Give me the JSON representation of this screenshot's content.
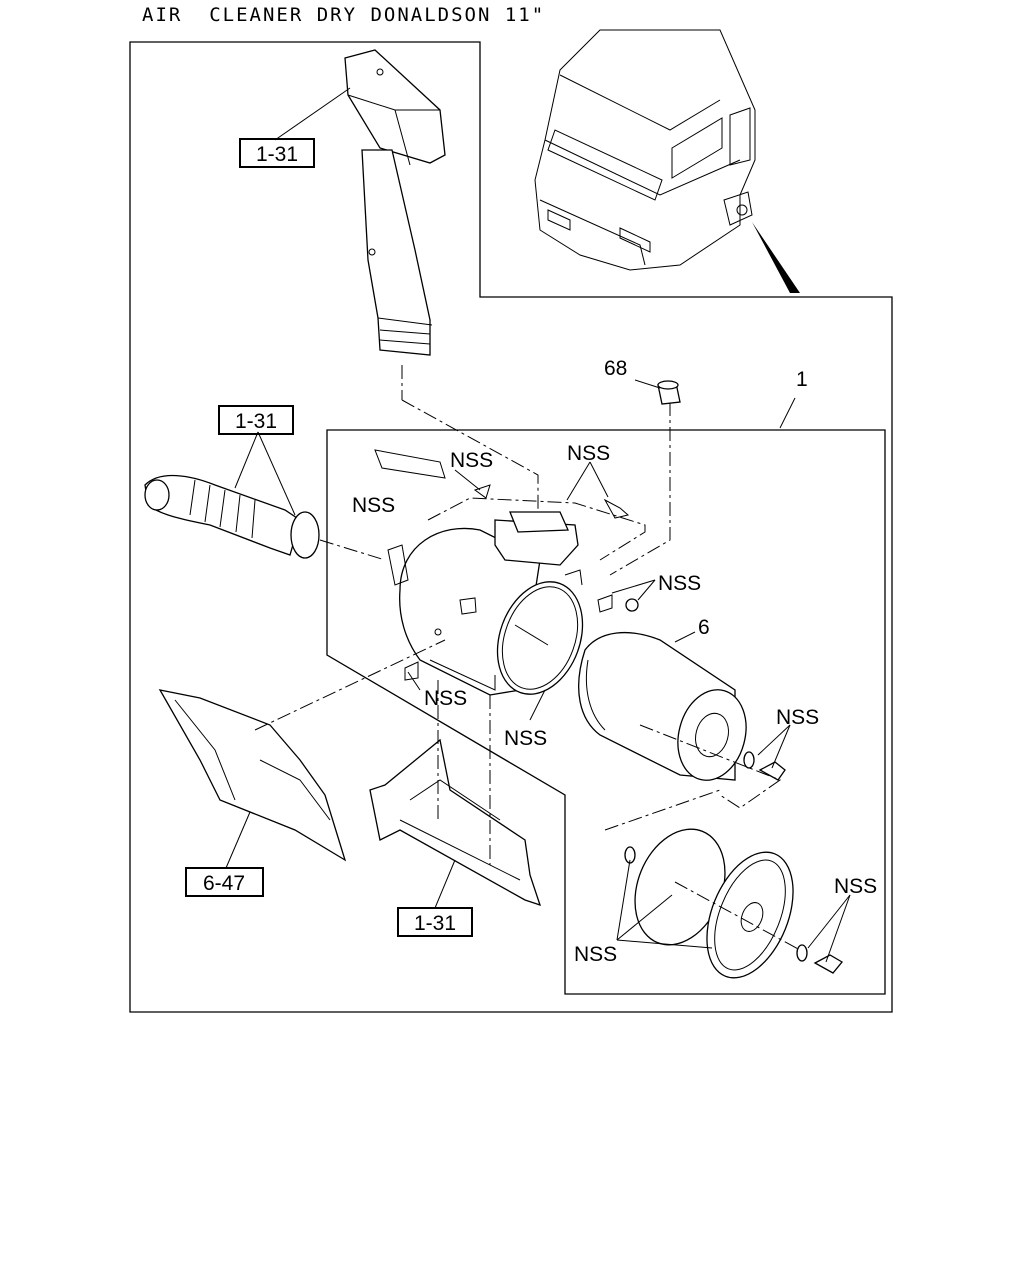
{
  "title": "AIR  CLEANER DRY DONALDSON 11\"",
  "callouts": {
    "ref_1_31_top": "1-31",
    "ref_1_31_left": "1-31",
    "ref_1_31_bottom": "1-31",
    "ref_6_47": "6-47",
    "part_1": "1",
    "part_6": "6",
    "part_68": "68",
    "nss_a": "NSS",
    "nss_b": "NSS",
    "nss_c": "NSS",
    "nss_d": "NSS",
    "nss_e": "NSS",
    "nss_f": "NSS",
    "nss_g": "NSS",
    "nss_h": "NSS",
    "nss_i": "NSS"
  }
}
